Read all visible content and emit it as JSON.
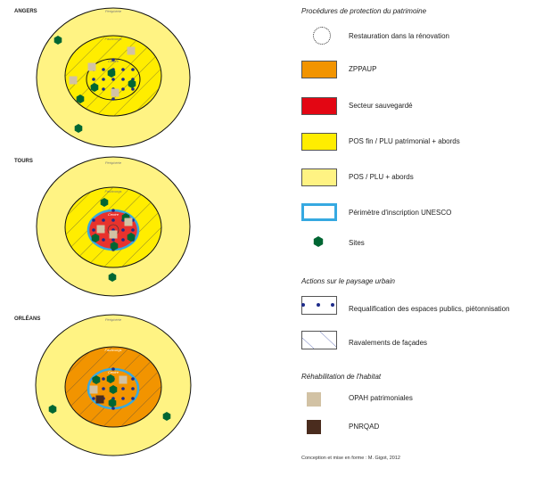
{
  "cities": [
    {
      "name": "ANGERS"
    },
    {
      "name": "TOURS"
    },
    {
      "name": "ORLÉANS"
    }
  ],
  "zones": {
    "periphery": "Périphérie",
    "suburbs": "Faubourgs",
    "center": "Centre"
  },
  "legend": {
    "section1": "Procédures de protection du patrimoine",
    "items1": [
      "Restauration dans la rénovation",
      "ZPPAUP",
      "Secteur sauvegardé",
      "POS fin / PLU patrimonial + abords",
      "POS / PLU + abords",
      "Périmètre d'inscription UNESCO",
      "Sites"
    ],
    "section2": "Actions sur le paysage urbain",
    "items2": [
      "Requalification des espaces publics, piétonnisation",
      "Ravalements de façades"
    ],
    "section3": "Réhabilitation de l'habitat",
    "items3": [
      "OPAH patrimoniales",
      "PNRQAD"
    ],
    "credit": "Conception et mise en forme : M. Gigot, 2012"
  },
  "colors": {
    "zppaup": "#f29400",
    "secteur": "#e30613",
    "posfin": "#ffed00",
    "pos": "#fff383",
    "unesco": "#36a9e1",
    "sites": "#006633",
    "dots": "#1d2b8a",
    "opah": "#d2c2a4",
    "pnrqad": "#4a2c1e"
  }
}
